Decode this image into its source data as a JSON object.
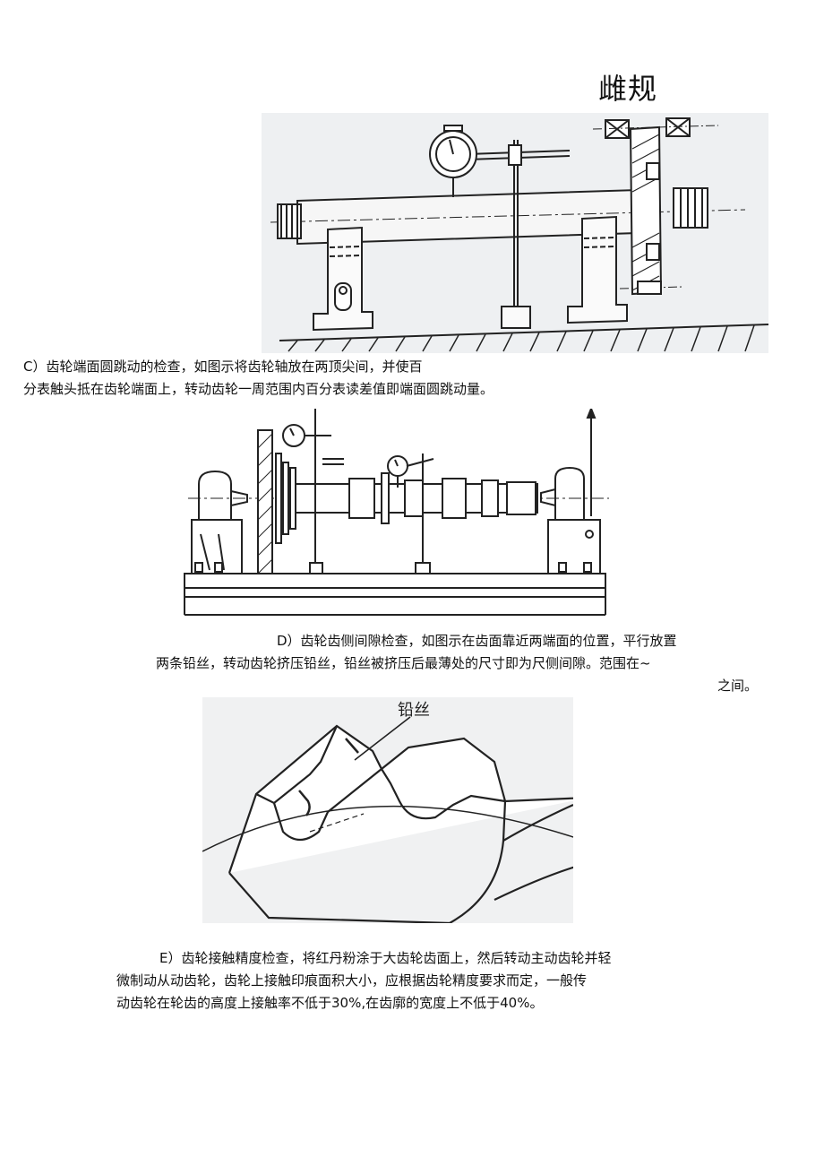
{
  "page": {
    "title": "雌规"
  },
  "sections": {
    "c": {
      "line1": "C）齿轮端面圆跳动的检查，如图示将齿轮轴放在两顶尖间，并使百",
      "line2": "分表触头抵在齿轮端面上，转动齿轮一周范围内百分表读差值即端面圆跳动量。"
    },
    "d": {
      "line1": "D）齿轮齿侧间隙检查，如图示在齿面靠近两端面的位置，平行放置",
      "line2": "两条铅丝，转动齿轮挤压铅丝，铅丝被挤压后最薄处的尺寸即为尺侧间隙。范围在~",
      "line3": "之间。"
    },
    "e": {
      "line1": "E）齿轮接触精度检查，将红丹粉涂于大齿轮齿面上，然后转动主动齿轮并轻",
      "line2": "微制动从动齿轮，齿轮上接触印痕面积大小，应根据齿轮精度要求而定，一般传",
      "line3": "动齿轮在轮齿的高度上接触率不低于30%,在齿廓的宽度上不低于40%。"
    }
  },
  "figures": {
    "lead_wire_label": "铅丝"
  }
}
